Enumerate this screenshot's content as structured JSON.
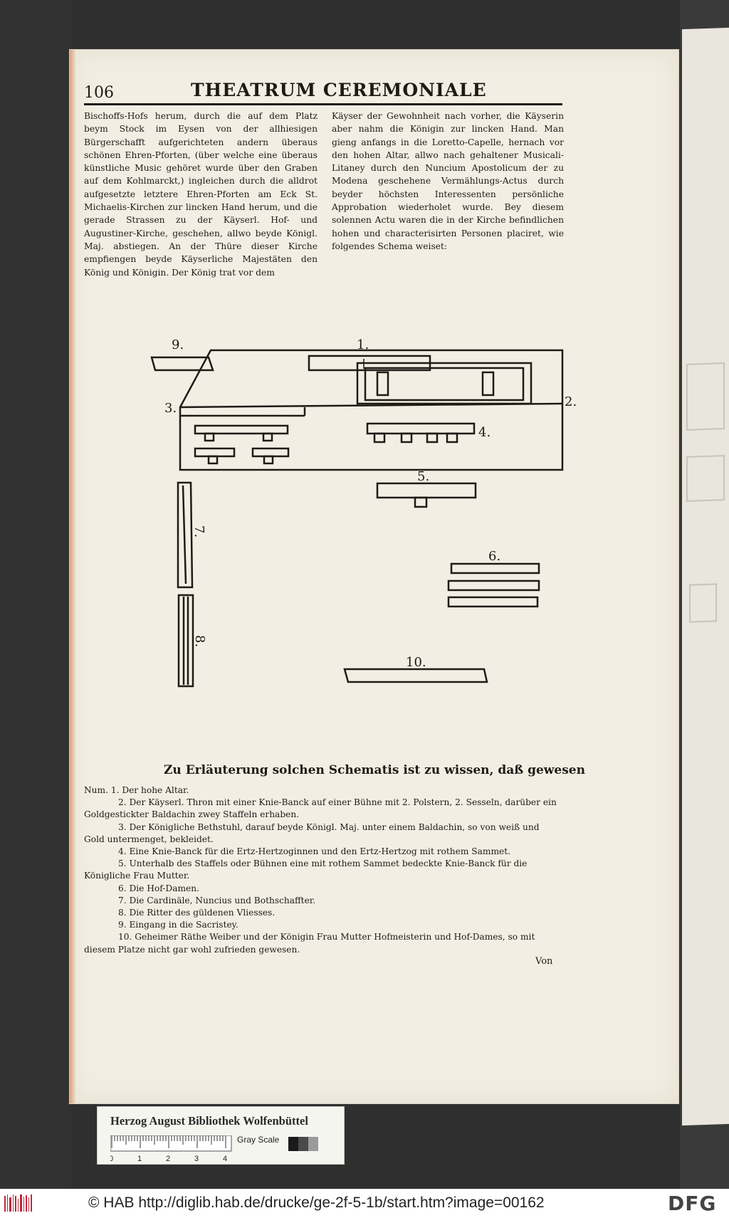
{
  "page": {
    "number": "106",
    "running_title": "THEATRUM CEREMONIALE",
    "col_left": "Bischoffs-Hofs herum, durch die auf dem Platz beym Stock im Eysen von der allhiesigen Bürgerschafft aufgerichteten andern überaus schönen Ehren-Pforten, (über welche eine überaus künstliche Music gehöret wurde über den Graben auf dem Kohlmarckt,) ingleichen durch die alldrot aufgesetzte letztere Ehren-Pforten am Eck St. Michaelis-Kirchen zur lincken Hand herum, und die gerade Strassen zu der Käyserl. Hof- und Augustiner-Kirche, geschehen, allwo beyde Königl. Maj. abstiegen. An der Thüre dieser Kirche empfiengen beyde Käyserliche Majestäten den König und Königin. Der König trat vor dem",
    "col_right": "Käyser der Gewohnheit nach vorher, die Käyserin aber nahm die Königin zur lincken Hand. Man gieng anfangs in die Loretto-Capelle, hernach vor den hohen Altar, allwo nach gehaltener Musicali-Litaney durch den Nuncium Apostolicum der zu Modena geschehene Vermählungs-Actus durch beyder höchsten Interessenten persönliche Approbation wiederholet wurde. Bey diesem solennen Actu waren die in der Kirche befindlichen hohen und characterisirten Personen placiret, wie folgendes Schema weiset:",
    "diagram_labels": {
      "n1": "1.",
      "n2": "2.",
      "n3": "3.",
      "n4": "4.",
      "n5": "5.",
      "n6": "6.",
      "n7": "7.",
      "n8": "8.",
      "n9": "9.",
      "n10": "10."
    },
    "legend_heading": "Zu Erläuterung solchen Schematis ist zu wissen, daß gewesen",
    "legend": [
      "Num. 1. Der hohe Altar.",
      "2. Der Käyserl. Thron mit einer Knie-Banck auf einer Bühne mit 2. Polstern, 2. Sesseln, darüber ein Goldgestickter Baldachin zwey Staffeln erhaben.",
      "3. Der Königliche Bethstuhl, darauf beyde Königl. Maj. unter einem Baldachin, so von weiß und Gold untermenget, bekleidet.",
      "4. Eine Knie-Banck für die Ertz-Hertzoginnen und den Ertz-Hertzog mit rothem Sammet.",
      "5. Unterhalb des Staffels oder Bühnen eine mit rothem Sammet bedeckte Knie-Banck für die Königliche Frau Mutter.",
      "6. Die Hof-Damen.",
      "7. Die Cardinäle, Nuncius und Bothschaffter.",
      "8. Die Ritter des güldenen Vliesses.",
      "9. Eingang in die Sacristey.",
      "10. Geheimer Räthe Weiber und der Königin Frau Mutter Hofmeisterin und Hof-Dames, so mit diesem Platze nicht gar wohl zufrieden gewesen."
    ],
    "catchword": "Von"
  },
  "library_card": {
    "title": "Herzog August Bibliothek Wolfenbüttel",
    "gray_scale_label": "Gray Scale",
    "ruler_numbers": [
      "0",
      "1",
      "2",
      "3",
      "4"
    ]
  },
  "footer": {
    "copyright": "© HAB http://diglib.hab.de/drucke/ge-2f-5-1b/start.htm?image=00162",
    "logo": "DFG"
  }
}
